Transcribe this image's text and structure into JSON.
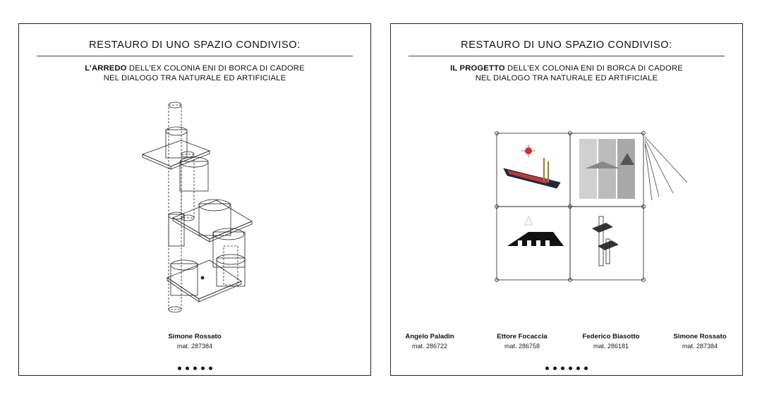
{
  "left": {
    "title": "RESTAURO DI UNO SPAZIO CONDIVISO:",
    "subtitle_bold": "L’ARREDO",
    "subtitle_rest": " DELL’EX COLONIA ENI DI BORCA DI CADORE",
    "subtitle_line2": "NEL DIALOGO TRA NATURALE ED ARTIFICIALE",
    "authors": [
      {
        "name": "Simone Rossato",
        "mat": "mat. 287384"
      }
    ],
    "dots": 5
  },
  "right": {
    "title": "RESTAURO DI UNO SPAZIO CONDIVISO:",
    "subtitle_bold": "IL PROGETTO",
    "subtitle_rest": " DELL’EX COLONIA ENI DI BORCA DI CADORE",
    "subtitle_line2": "NEL DIALOGO TRA NATURALE ED ARTIFICIALE",
    "authors": [
      {
        "name": "Angelo Paladin",
        "mat": "mat. 286722"
      },
      {
        "name": "Ettore Focaccia",
        "mat": "mat. 286758"
      },
      {
        "name": "Federico Biasotto",
        "mat": "mat. 286181"
      },
      {
        "name": "Simone Rossato",
        "mat": "mat. 287384"
      }
    ],
    "dots": 6
  }
}
